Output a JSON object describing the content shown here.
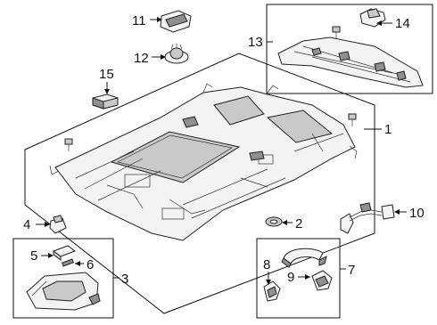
{
  "diagram": {
    "callouts": {
      "c1": "1",
      "c2": "2",
      "c3": "3",
      "c4": "4",
      "c5": "5",
      "c6": "6",
      "c7": "7",
      "c8": "8",
      "c9": "9",
      "c10": "10",
      "c11": "11",
      "c12": "12",
      "c13": "13",
      "c14": "14",
      "c15": "15"
    },
    "colors": {
      "line": "#111111",
      "part_fill": "#f3f3f3",
      "shade": "#8f8f8f"
    }
  }
}
